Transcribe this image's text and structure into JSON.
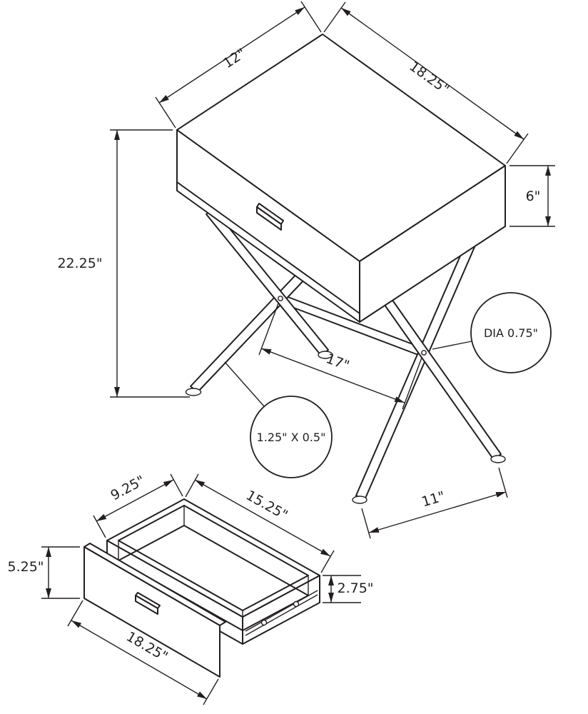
{
  "drawing": {
    "background": "#ffffff",
    "ink": "#231f20",
    "main_view": {
      "dim_top_width": "12\"",
      "dim_top_depth": "18.25\"",
      "dim_drawer_box_height": "6\"",
      "dim_overall_height": "22.25\"",
      "dim_stretcher_length": "17\"",
      "dim_leg_spread": "11\"",
      "callout_leg_diameter": "DIA 0.75\"",
      "callout_frame_tube": "1.25\" X 0.5\""
    },
    "drawer_view": {
      "dim_inner_depth": "9.25\"",
      "dim_inner_length": "15.25\"",
      "dim_front_height": "5.25\"",
      "dim_side_height": "2.75\"",
      "dim_front_width": "18.25\""
    }
  }
}
